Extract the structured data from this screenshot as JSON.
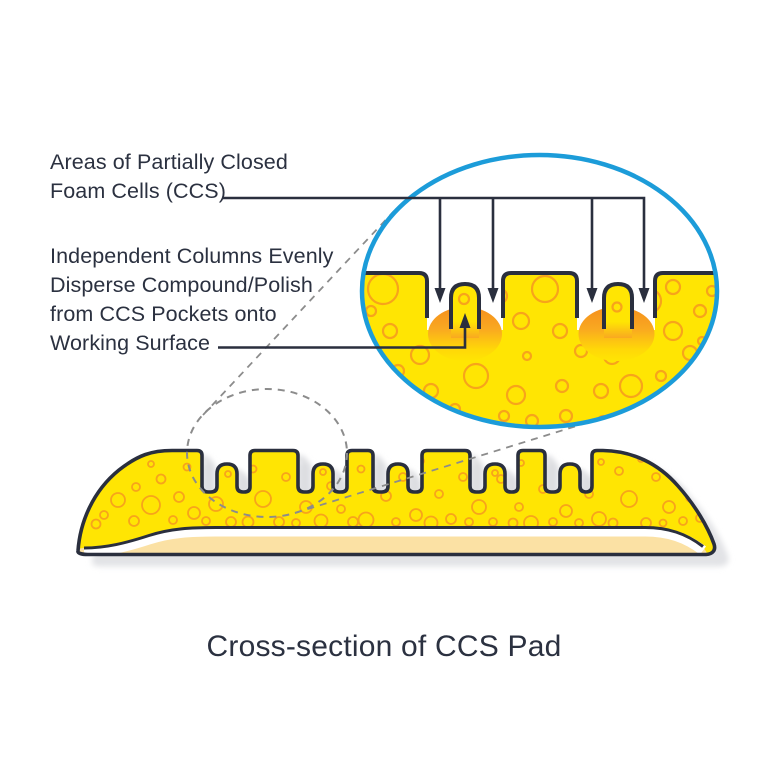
{
  "figure": {
    "title": "Cross-section of CCS Pad"
  },
  "labels": {
    "ccs_areas": {
      "line1": "Areas of Partially Closed",
      "line2": "Foam Cells (CCS)"
    },
    "columns": {
      "line1": "Independent Columns Evenly",
      "line2": "Disperse Compound/Polish",
      "line3": "from CCS Pockets onto",
      "line4": "Working Surface"
    }
  },
  "colors": {
    "background": "#FFFFFF",
    "foam_yellow": "#FFE503",
    "bubble_orange": "#F7A41B",
    "compound_orange": "#F6921E",
    "outline_navy": "#2A2F3E",
    "text_navy": "#2B3140",
    "magnifier_blue": "#1C9CD9",
    "backing_cream": "#FBE1A4",
    "shadow_gray": "#E2E3E6",
    "dashed_gray": "#8C8C8C"
  }
}
